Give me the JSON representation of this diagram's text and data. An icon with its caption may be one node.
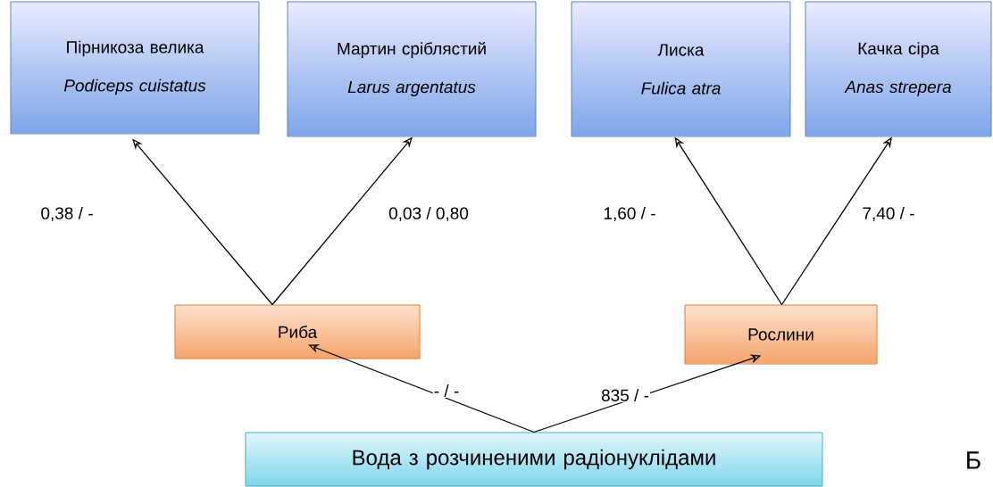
{
  "diagram": {
    "nodes": [
      {
        "text": [
          "Пірникоза велика",
          "Podiceps cuistatus"
        ]
      },
      {
        "text": [
          "Мартин сріблястий",
          "Larus argentatus"
        ]
      },
      {
        "text": [
          "Лиска",
          "Fulica atra"
        ]
      },
      {
        "text": [
          "Качка сіра",
          "Anas strepera"
        ]
      },
      {
        "text": [
          "Риба"
        ]
      },
      {
        "text": [
          "Рослини"
        ]
      },
      {
        "text": [
          "Вода з розчиненими радіонуклідами"
        ]
      }
    ],
    "edges": [
      {
        "from": 4,
        "to": 0,
        "arrow": "to",
        "label": "0,38 / -"
      },
      {
        "from": 4,
        "to": 1,
        "arrow": "to",
        "label": "0,03 / 0,80"
      },
      {
        "from": 5,
        "to": 2,
        "arrow": "to",
        "label": "1,60 / -"
      },
      {
        "from": 5,
        "to": 3,
        "arrow": "to",
        "label": "7,40 / -"
      },
      {
        "from": 6,
        "to": 4,
        "arrow": "to",
        "label": "- / -"
      },
      {
        "from": 6,
        "to": 5,
        "arrow": "to",
        "label": "835 / -"
      }
    ],
    "labels": [
      "Б"
    ]
  }
}
